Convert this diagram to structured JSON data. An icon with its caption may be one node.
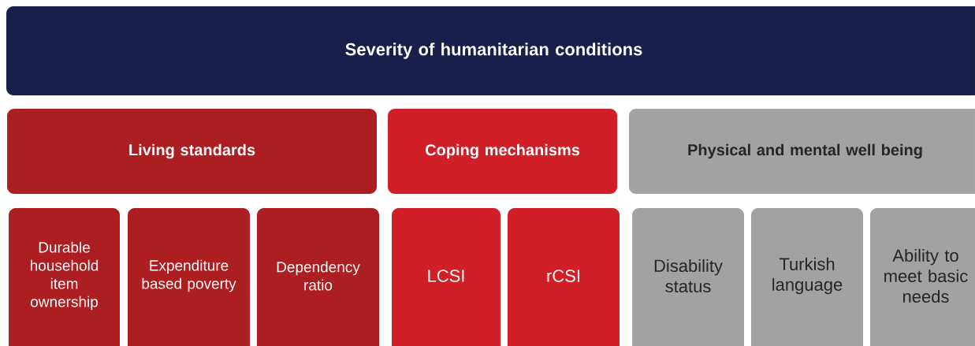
{
  "diagram": {
    "nodes": [
      {
        "text": [
          "Severity of humanitarian conditions"
        ]
      },
      {
        "text": [
          "Living standards"
        ]
      },
      {
        "text": [
          "Coping mechanisms"
        ]
      },
      {
        "text": [
          "Physical and mental well being"
        ]
      },
      {
        "text": [
          "Durable household item ownership"
        ]
      },
      {
        "text": [
          "Expenditure based poverty"
        ]
      },
      {
        "text": [
          "Dependency ratio"
        ]
      },
      {
        "text": [
          "LCSI"
        ]
      },
      {
        "text": [
          "rCSI"
        ]
      },
      {
        "text": [
          "Disability status"
        ]
      },
      {
        "text": [
          "Turkish language"
        ]
      },
      {
        "text": [
          "Ability to meet basic needs"
        ]
      }
    ]
  }
}
